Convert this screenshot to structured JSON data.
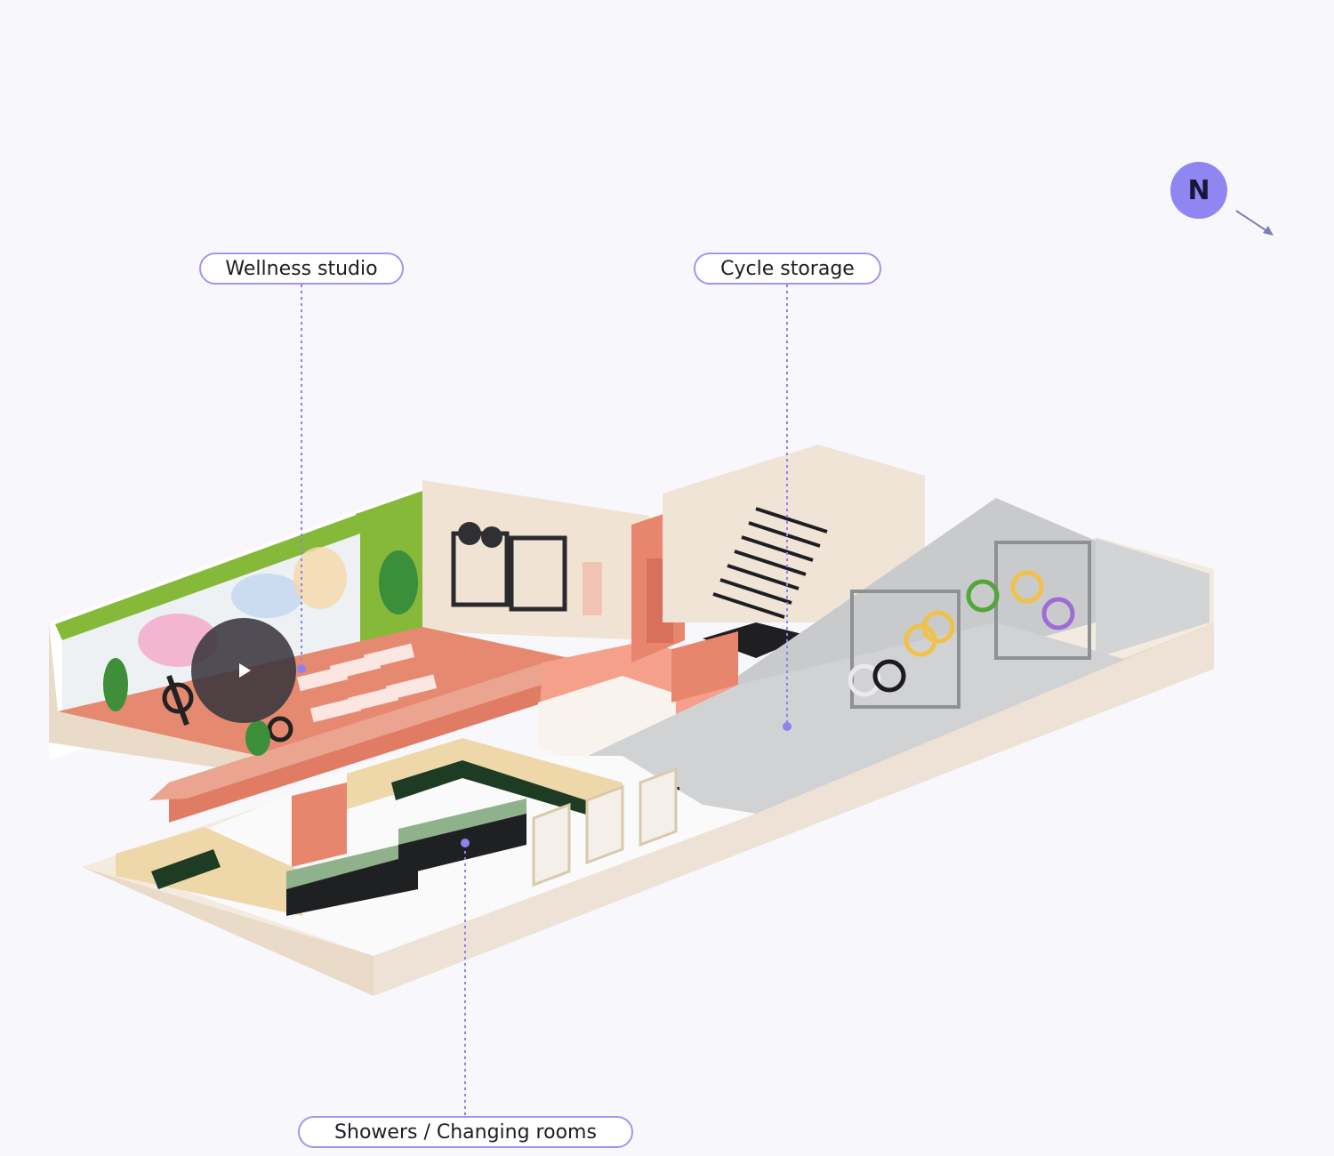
{
  "compass": {
    "label": "N",
    "icon": "north-arrow-icon"
  },
  "callouts": {
    "wellness": "Wellness studio",
    "cycle": "Cycle storage",
    "showers": "Showers / Changing rooms"
  },
  "video": {
    "icon": "play-icon"
  },
  "colors": {
    "accent": "#9f96f0",
    "compass": "#8f86f2",
    "leader_line": "#8c83ee",
    "wall": "#eadfd0",
    "terracotta": "#e07c64",
    "concrete": "#cfd0d2",
    "green_wall": "#86b83a"
  }
}
